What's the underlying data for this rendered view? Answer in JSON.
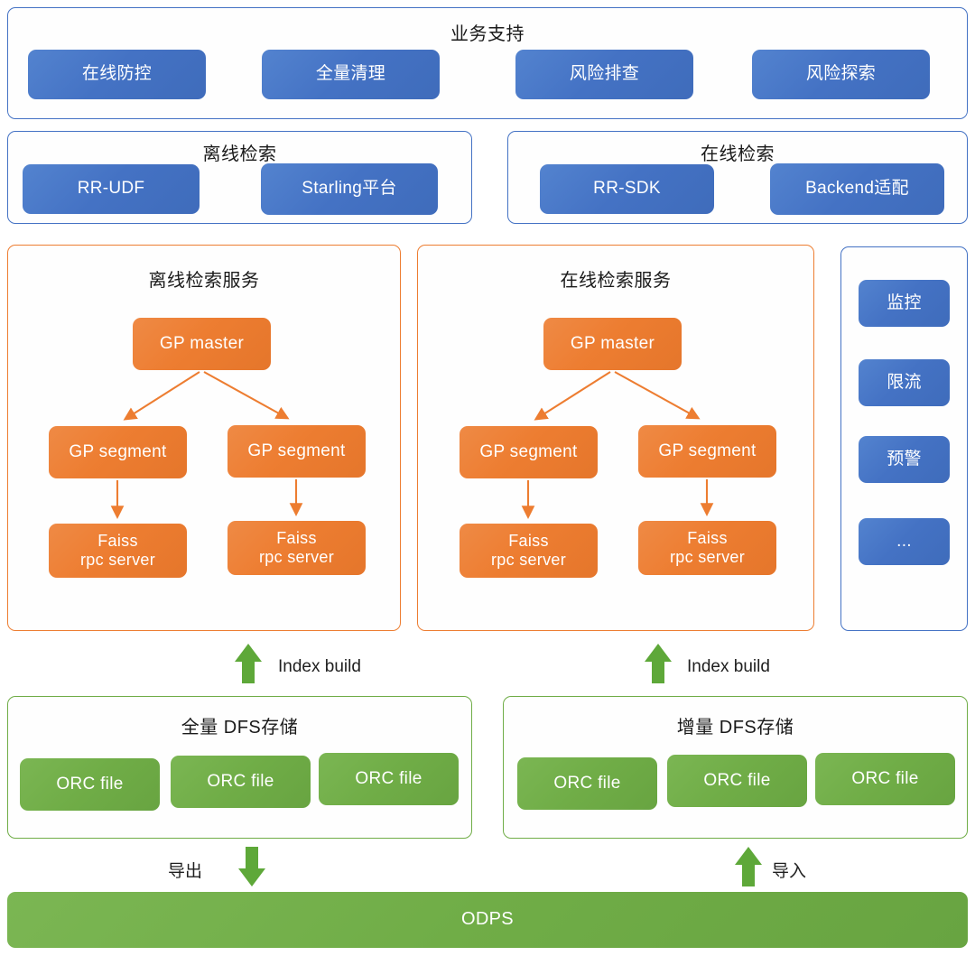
{
  "diagram": {
    "business_support": {
      "title": "业务支持",
      "items": [
        {
          "label": "在线防控"
        },
        {
          "label": "全量清理"
        },
        {
          "label": "风险排查"
        },
        {
          "label": "风险探索"
        }
      ]
    },
    "offline_retrieval": {
      "title": "离线检索",
      "items": [
        {
          "label": "RR-UDF"
        },
        {
          "label": "Starling平台"
        }
      ]
    },
    "online_retrieval": {
      "title": "在线检索",
      "items": [
        {
          "label": "RR-SDK"
        },
        {
          "label": "Backend适配"
        }
      ]
    },
    "offline_service": {
      "title": "离线检索服务",
      "master": "GP master",
      "segments": [
        "GP segment",
        "GP segment"
      ],
      "faiss": [
        "Faiss\nrpc server",
        "Faiss\nrpc server"
      ],
      "faiss_line1": "Faiss",
      "faiss_line2": "rpc server"
    },
    "online_service": {
      "title": "在线检索服务",
      "master": "GP master",
      "segments": [
        "GP segment",
        "GP segment"
      ],
      "faiss_line1": "Faiss",
      "faiss_line2": "rpc server"
    },
    "ops_sidebar": {
      "items": [
        {
          "label": "监控"
        },
        {
          "label": "限流"
        },
        {
          "label": "预警"
        },
        {
          "label": "..."
        }
      ]
    },
    "index_build": {
      "left_label": "Index build",
      "right_label": "Index build"
    },
    "full_dfs": {
      "title": "全量 DFS存储",
      "files": [
        {
          "label": "ORC file"
        },
        {
          "label": "ORC file"
        },
        {
          "label": "ORC file"
        }
      ]
    },
    "incremental_dfs": {
      "title": "增量 DFS存储",
      "files": [
        {
          "label": "ORC file"
        },
        {
          "label": "ORC file"
        },
        {
          "label": "ORC file"
        }
      ]
    },
    "transfer": {
      "export_label": "导出",
      "import_label": "导入"
    },
    "odps": {
      "label": "ODPS"
    },
    "colors": {
      "blue": "#4472C4",
      "orange": "#ED7D31",
      "green": "#70AD47",
      "panel_bg": "#FEFEFE",
      "text_dark": "#1A1A1A",
      "text_light": "#FFFFFF"
    }
  }
}
